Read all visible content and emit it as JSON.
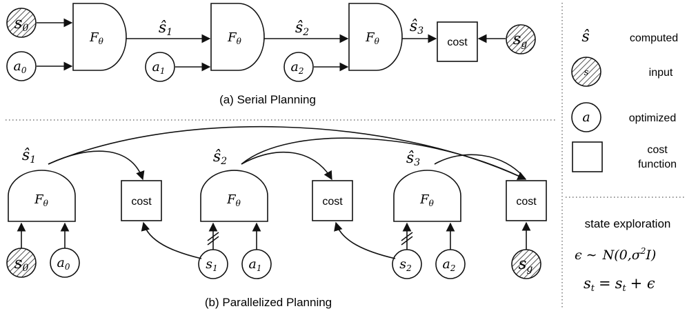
{
  "serial": {
    "caption": "(a) Serial Planning",
    "input_state": "s",
    "input_state_sub": "0",
    "actions": [
      {
        "sym": "a",
        "sub": "0"
      },
      {
        "sym": "a",
        "sub": "1"
      },
      {
        "sym": "a",
        "sub": "2"
      }
    ],
    "predicted": [
      {
        "sym": "ŝ",
        "sub": "1"
      },
      {
        "sym": "ŝ",
        "sub": "2"
      },
      {
        "sym": "ŝ",
        "sub": "3"
      }
    ],
    "model": "F",
    "model_sub": "θ",
    "cost": "cost",
    "goal": "s",
    "goal_sub": "g"
  },
  "parallel": {
    "caption": "(b) Parallelized Planning",
    "predicted": [
      {
        "sym": "ŝ",
        "sub": "1"
      },
      {
        "sym": "ŝ",
        "sub": "2"
      },
      {
        "sym": "ŝ",
        "sub": "3"
      }
    ],
    "model": "F",
    "model_sub": "θ",
    "costs": [
      "cost",
      "cost",
      "cost"
    ],
    "states": [
      {
        "sym": "s",
        "sub": "0"
      },
      {
        "sym": "s",
        "sub": "1"
      },
      {
        "sym": "s",
        "sub": "2"
      }
    ],
    "actions": [
      {
        "sym": "a",
        "sub": "0"
      },
      {
        "sym": "a",
        "sub": "1"
      },
      {
        "sym": "a",
        "sub": "2"
      }
    ],
    "goal": "s",
    "goal_sub": "g"
  },
  "legend": {
    "computed_symbol": "ŝ",
    "computed_label": "computed",
    "input_symbol": "s",
    "input_label": "input",
    "optimized_symbol": "a",
    "optimized_label": "optimized",
    "cost_label_line1": "cost",
    "cost_label_line2": "function"
  },
  "exploration": {
    "title": "state exploration",
    "noise_lhs": "ϵ ∼",
    "noise_rhs": "N(0,σ",
    "noise_sup": "2",
    "noise_tail": "I)",
    "update_lhs": "s",
    "update_lhs_sub": "t",
    "update_eq": "=",
    "update_rhs": "s",
    "update_rhs_sub": "t",
    "update_plus": "+ ϵ"
  }
}
